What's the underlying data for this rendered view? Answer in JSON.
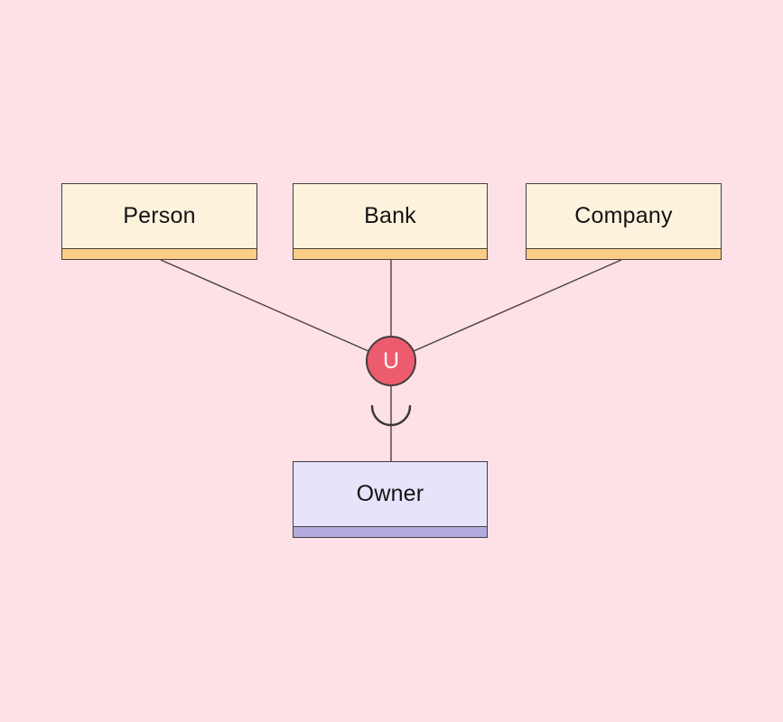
{
  "diagram": {
    "type": "er-category-union",
    "background_color": "#fde1e7",
    "entities": {
      "person": {
        "label": "Person"
      },
      "bank": {
        "label": "Bank"
      },
      "company": {
        "label": "Company"
      },
      "owner": {
        "label": "Owner"
      }
    },
    "union_node": {
      "label": "U",
      "fill": "#ec5c6e",
      "border_color": "#443c3d",
      "text_color": "#ffffff"
    },
    "styles": {
      "entity_fill": "#fdf3dd",
      "entity_strip": "#fbce88",
      "owner_fill": "#e5e4fb",
      "owner_strip": "#b2abdd",
      "entity_border": "#463e3e",
      "edge_color": "#4a4142",
      "label_color": "#131313"
    },
    "edges": [
      {
        "from": "Person",
        "to": "U"
      },
      {
        "from": "Bank",
        "to": "U"
      },
      {
        "from": "Company",
        "to": "U"
      },
      {
        "from": "U",
        "to": "Owner",
        "marker": "subset-arc"
      }
    ]
  }
}
